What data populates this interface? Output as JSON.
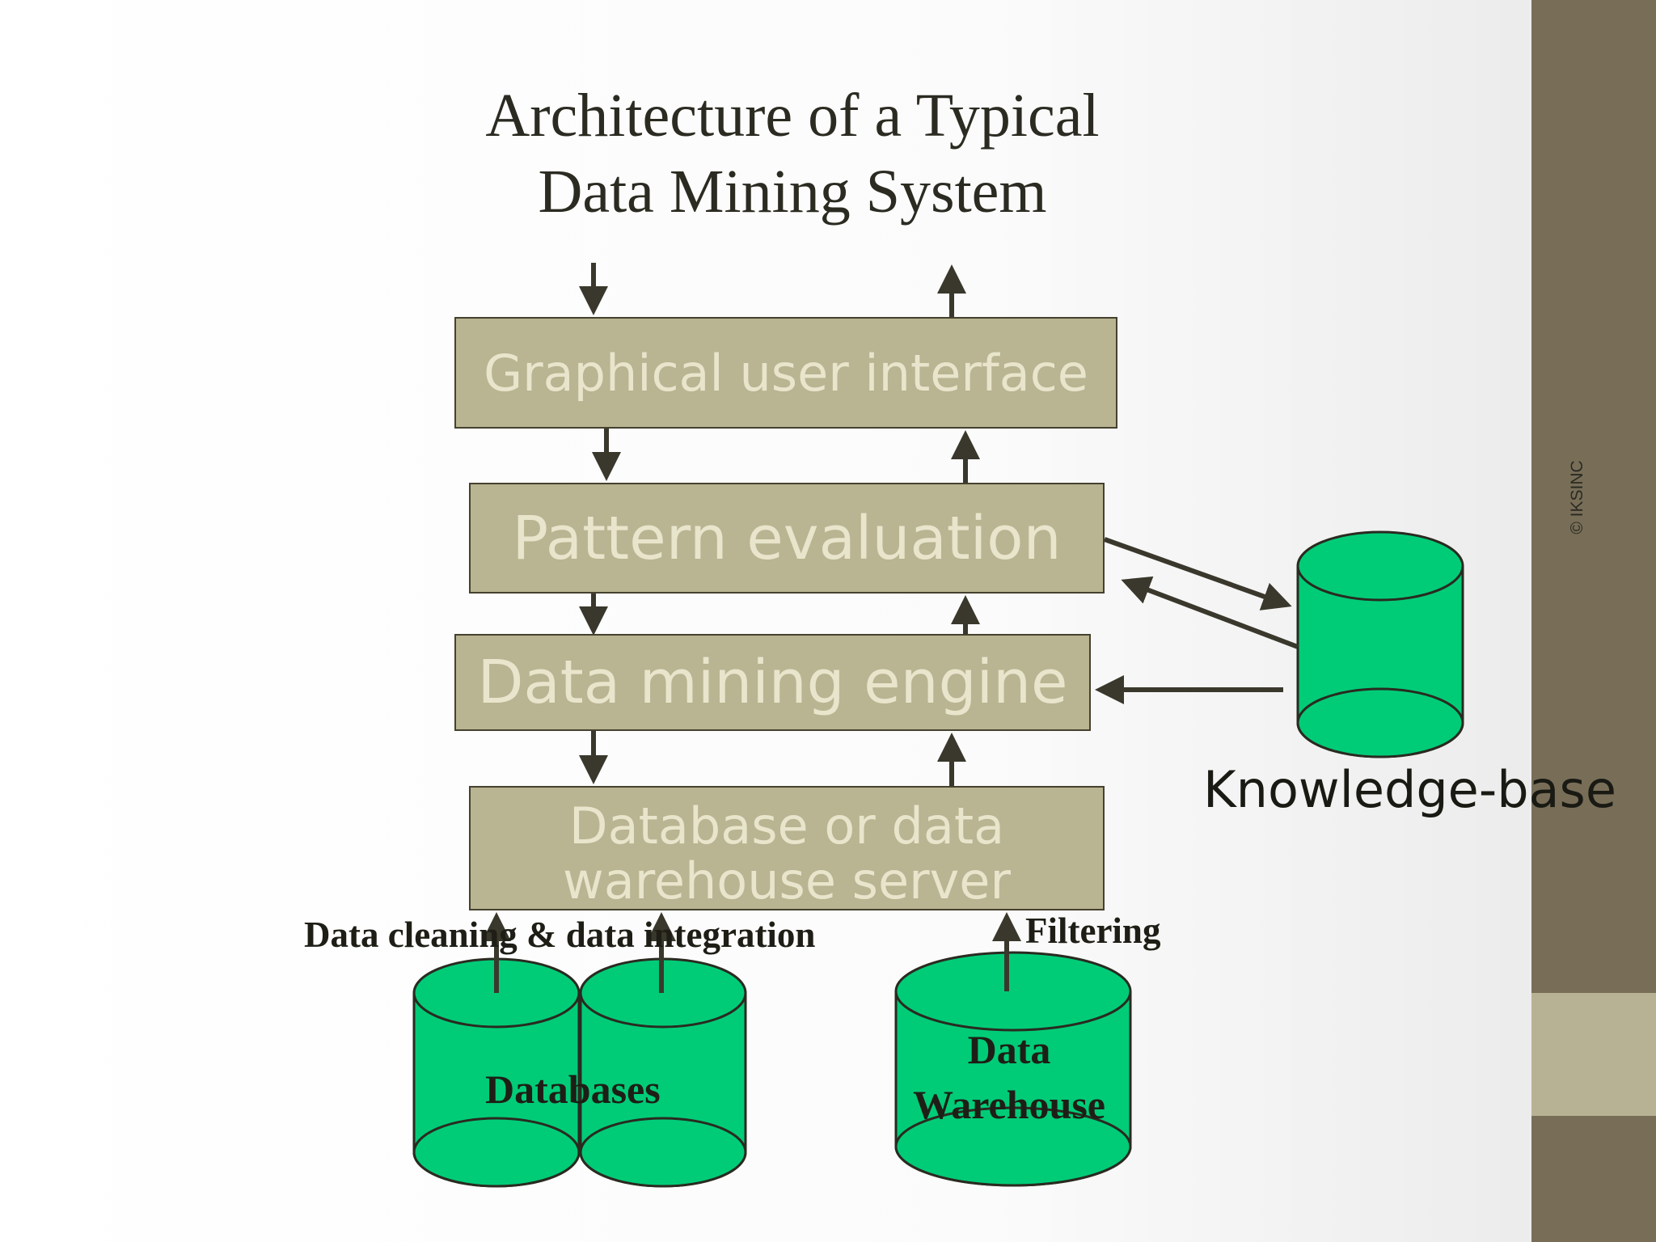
{
  "title": {
    "line1": "Architecture of a Typical",
    "line2": "Data Mining System"
  },
  "layers": {
    "gui": "Graphical user interface",
    "pattern_evaluation": "Pattern evaluation",
    "mining_engine": "Data mining engine",
    "server_line1": "Database or data",
    "server_line2": "warehouse server"
  },
  "labels": {
    "data_cleaning": "Data cleaning & data integration",
    "filtering": "Filtering",
    "knowledge_base": "Knowledge-base",
    "databases": "Databases",
    "warehouse_line1": "Data",
    "warehouse_line2": "Warehouse"
  },
  "footer": {
    "copyright": "© IKSINC"
  },
  "colors": {
    "layer_fill": "#b9b491",
    "layer_text": "#e8e5cc",
    "store_fill": "#00cc78",
    "arrow": "#3a382c",
    "sidebar": "#786e58",
    "sidebar_accent": "#b8b294"
  }
}
